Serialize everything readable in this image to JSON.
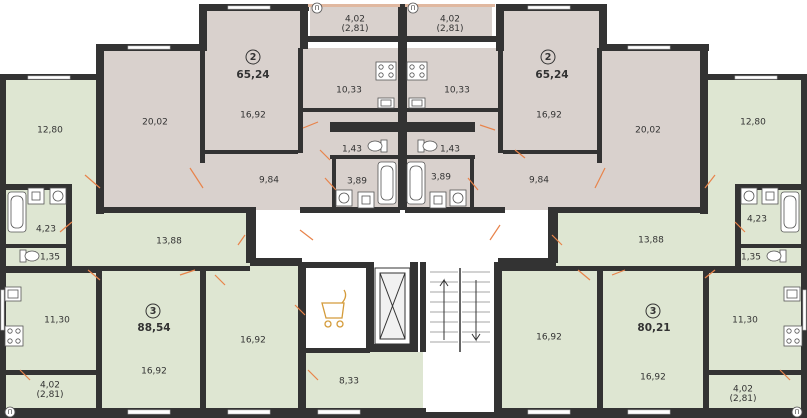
{
  "colors": {
    "wall": "#333333",
    "left_apartment": "#dee6d2",
    "top_apartment": "#d9d1cd",
    "common_area": "#ffffff",
    "door_swing": "#e8834a",
    "window": "#ffffff"
  },
  "rooms": {
    "top_left_balcony": "4,02\n(2,81)",
    "top_right_balcony": "4,02\n(2,81)",
    "top_left_bedroom_a": "20,02",
    "top_left_bedroom_b": "16,92",
    "top_left_kitchen": "10,33",
    "top_left_wc": "1,43",
    "top_left_bath": "3,89",
    "top_left_hall": "9,84",
    "top_right_kitchen": "10,33",
    "top_right_bedroom_b": "16,92",
    "top_right_bedroom_a": "20,02",
    "top_right_wc": "1,43",
    "top_right_bath": "3,89",
    "top_right_hall": "9,84",
    "left_room_top": "12,80",
    "left_bath": "4,23",
    "left_wc": "1,35",
    "left_hall": "13,88",
    "left_kitchen": "11,30",
    "left_room_mid": "16,92",
    "left_room_right": "16,92",
    "left_balcony": "4,02\n(2,81)",
    "right_room_top": "12,80",
    "right_bath": "4,23",
    "right_wc": "1,35",
    "right_hall": "13,88",
    "right_kitchen": "11,30",
    "right_room_mid": "16,92",
    "right_room_left": "16,92",
    "right_balcony": "4,02\n(2,81)",
    "storage": "8,33"
  },
  "apartments": {
    "top_left": {
      "rooms_count": "2",
      "area": "65,24"
    },
    "top_right": {
      "rooms_count": "2",
      "area": "65,24"
    },
    "left": {
      "rooms_count": "3",
      "area": "88,54"
    },
    "right": {
      "rooms_count": "3",
      "area": "80,21"
    }
  },
  "balcony_marker": "П",
  "icons": [
    "stroller-icon",
    "elevator-icon",
    "stairs-icon",
    "stove-icon",
    "sink-icon",
    "bathtub-icon",
    "toilet-icon",
    "washer-icon"
  ]
}
